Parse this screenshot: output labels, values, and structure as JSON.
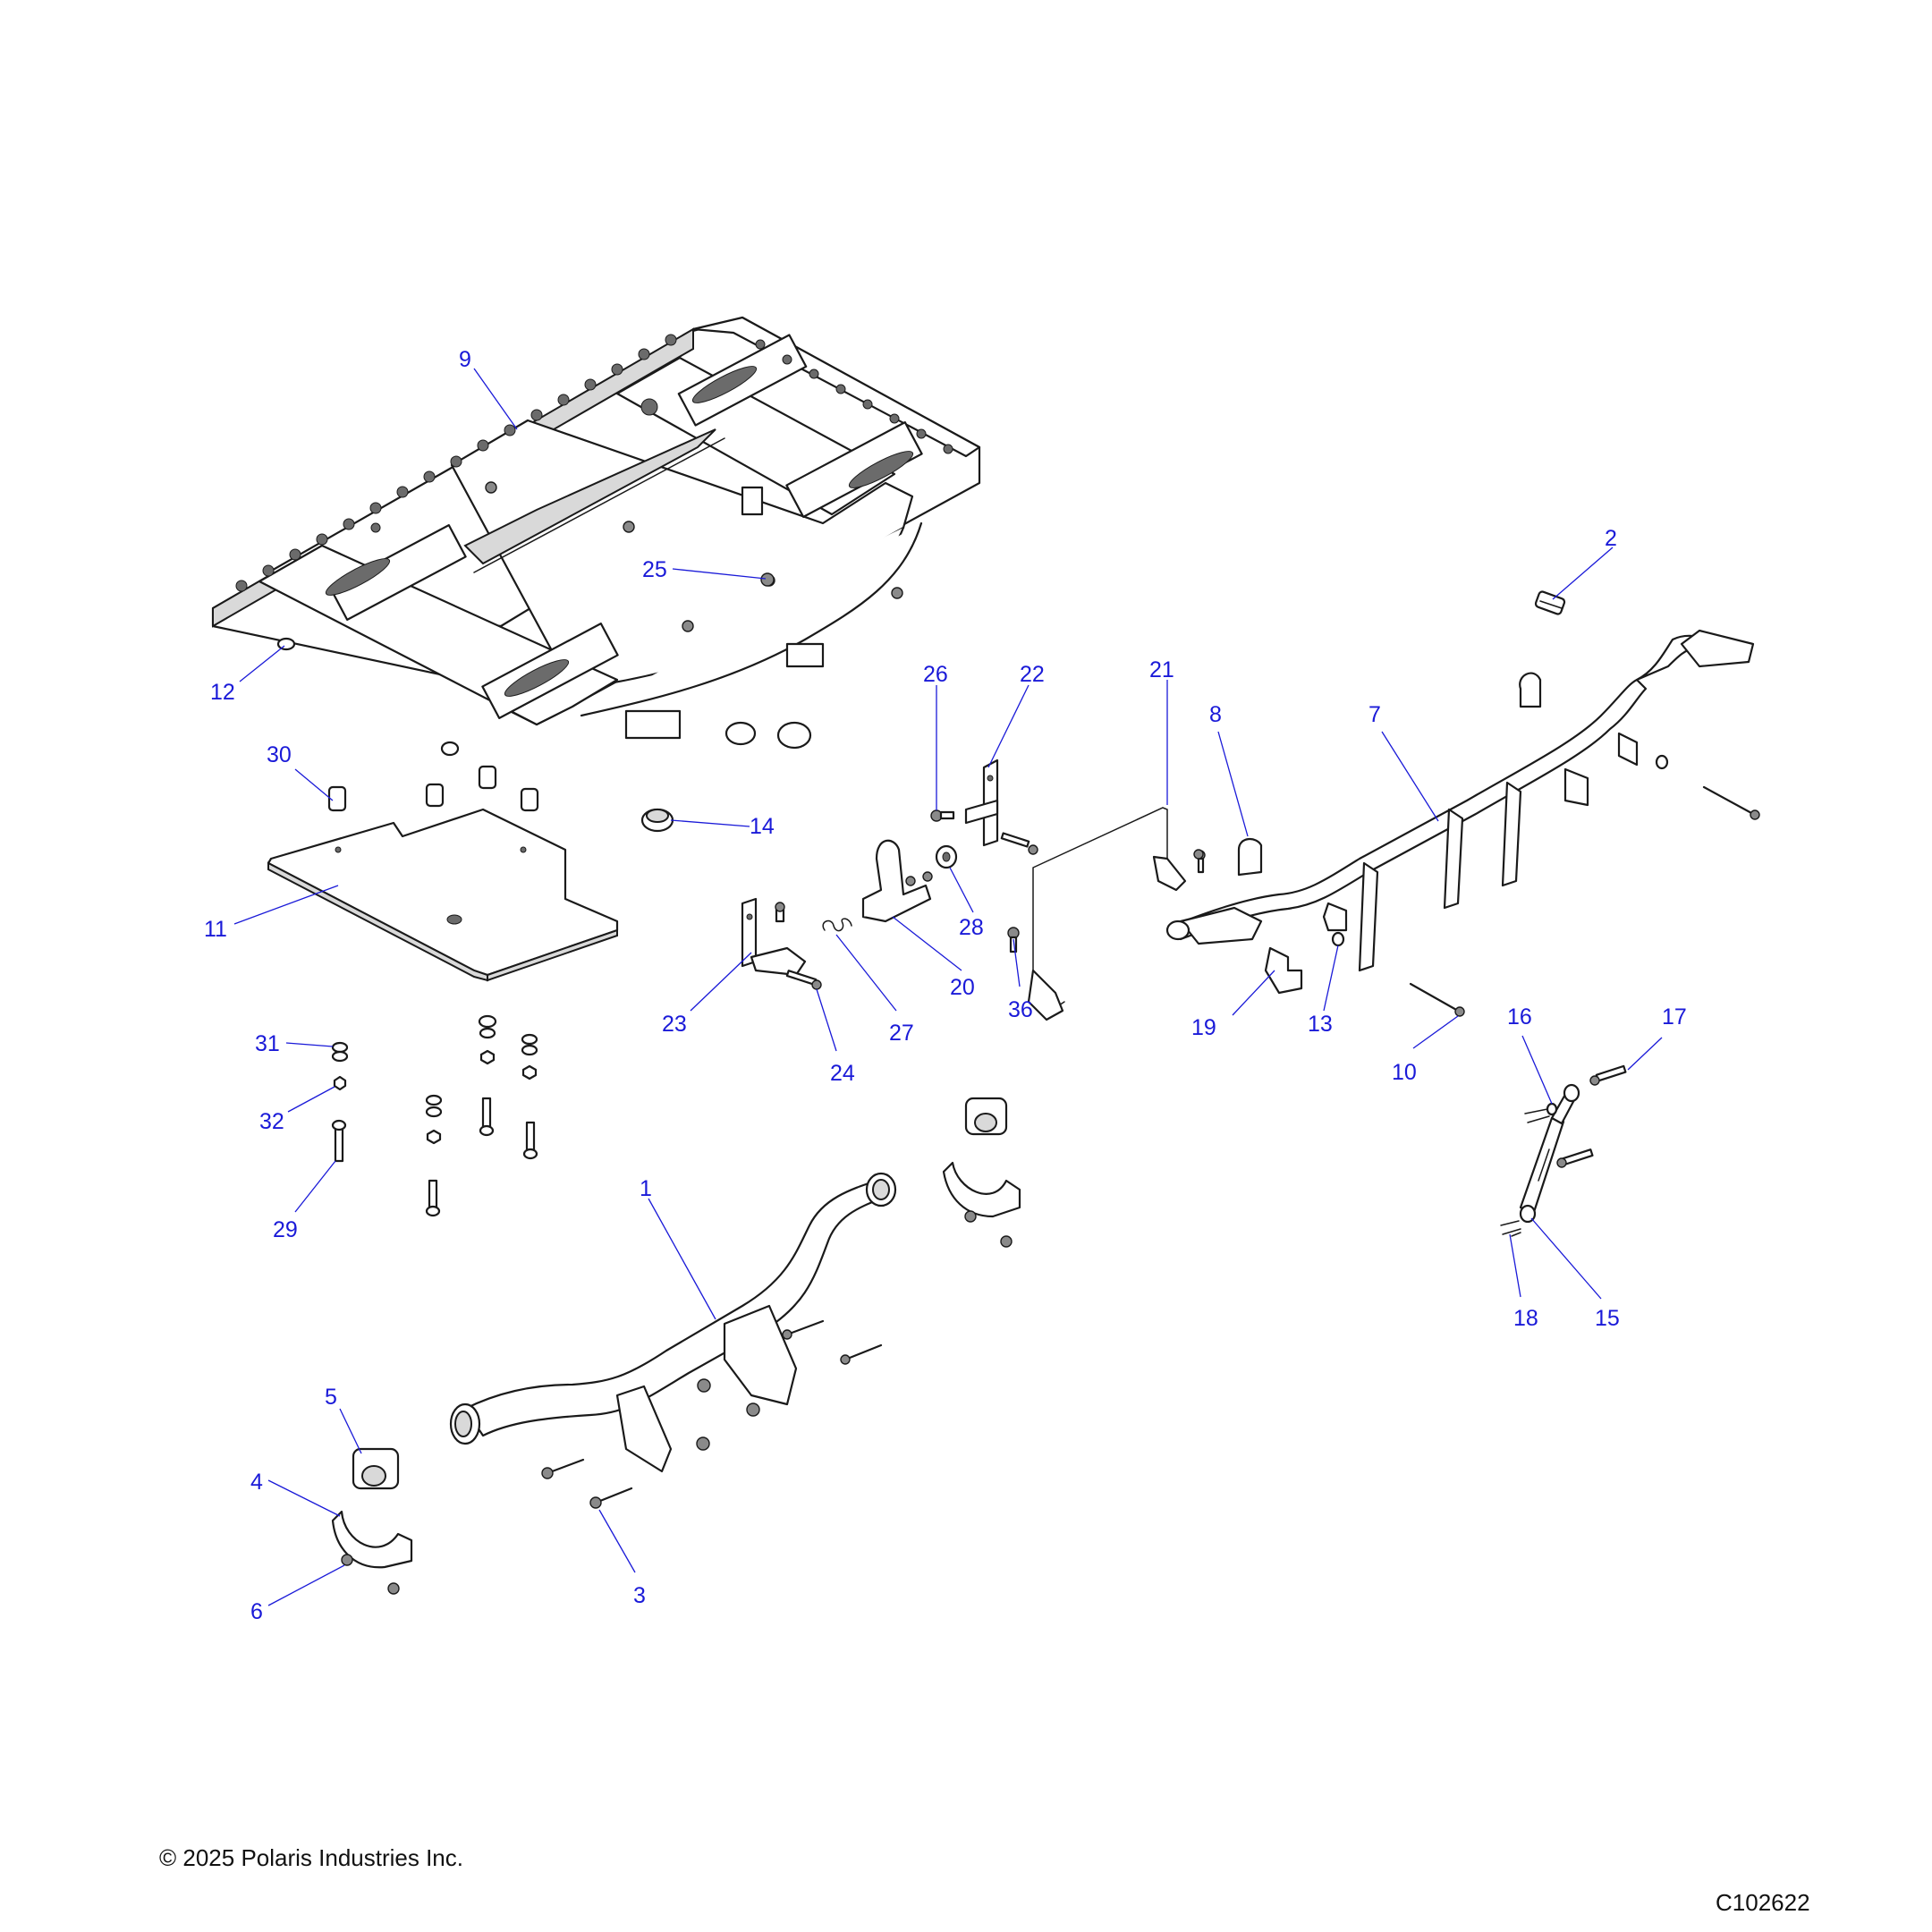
{
  "diagram": {
    "callouts": [
      "9",
      "2",
      "25",
      "12",
      "26",
      "22",
      "21",
      "8",
      "7",
      "30",
      "14",
      "11",
      "28",
      "20",
      "23",
      "27",
      "24",
      "36",
      "19",
      "13",
      "10",
      "31",
      "16",
      "17",
      "32",
      "29",
      "1",
      "18",
      "15",
      "5",
      "4",
      "6",
      "3"
    ]
  },
  "footer": {
    "copyright": "© 2025 Polaris Industries Inc.",
    "figure_id": "C102622"
  },
  "colors": {
    "callout": "#1a1ad8",
    "line": "#1a1a1a"
  }
}
